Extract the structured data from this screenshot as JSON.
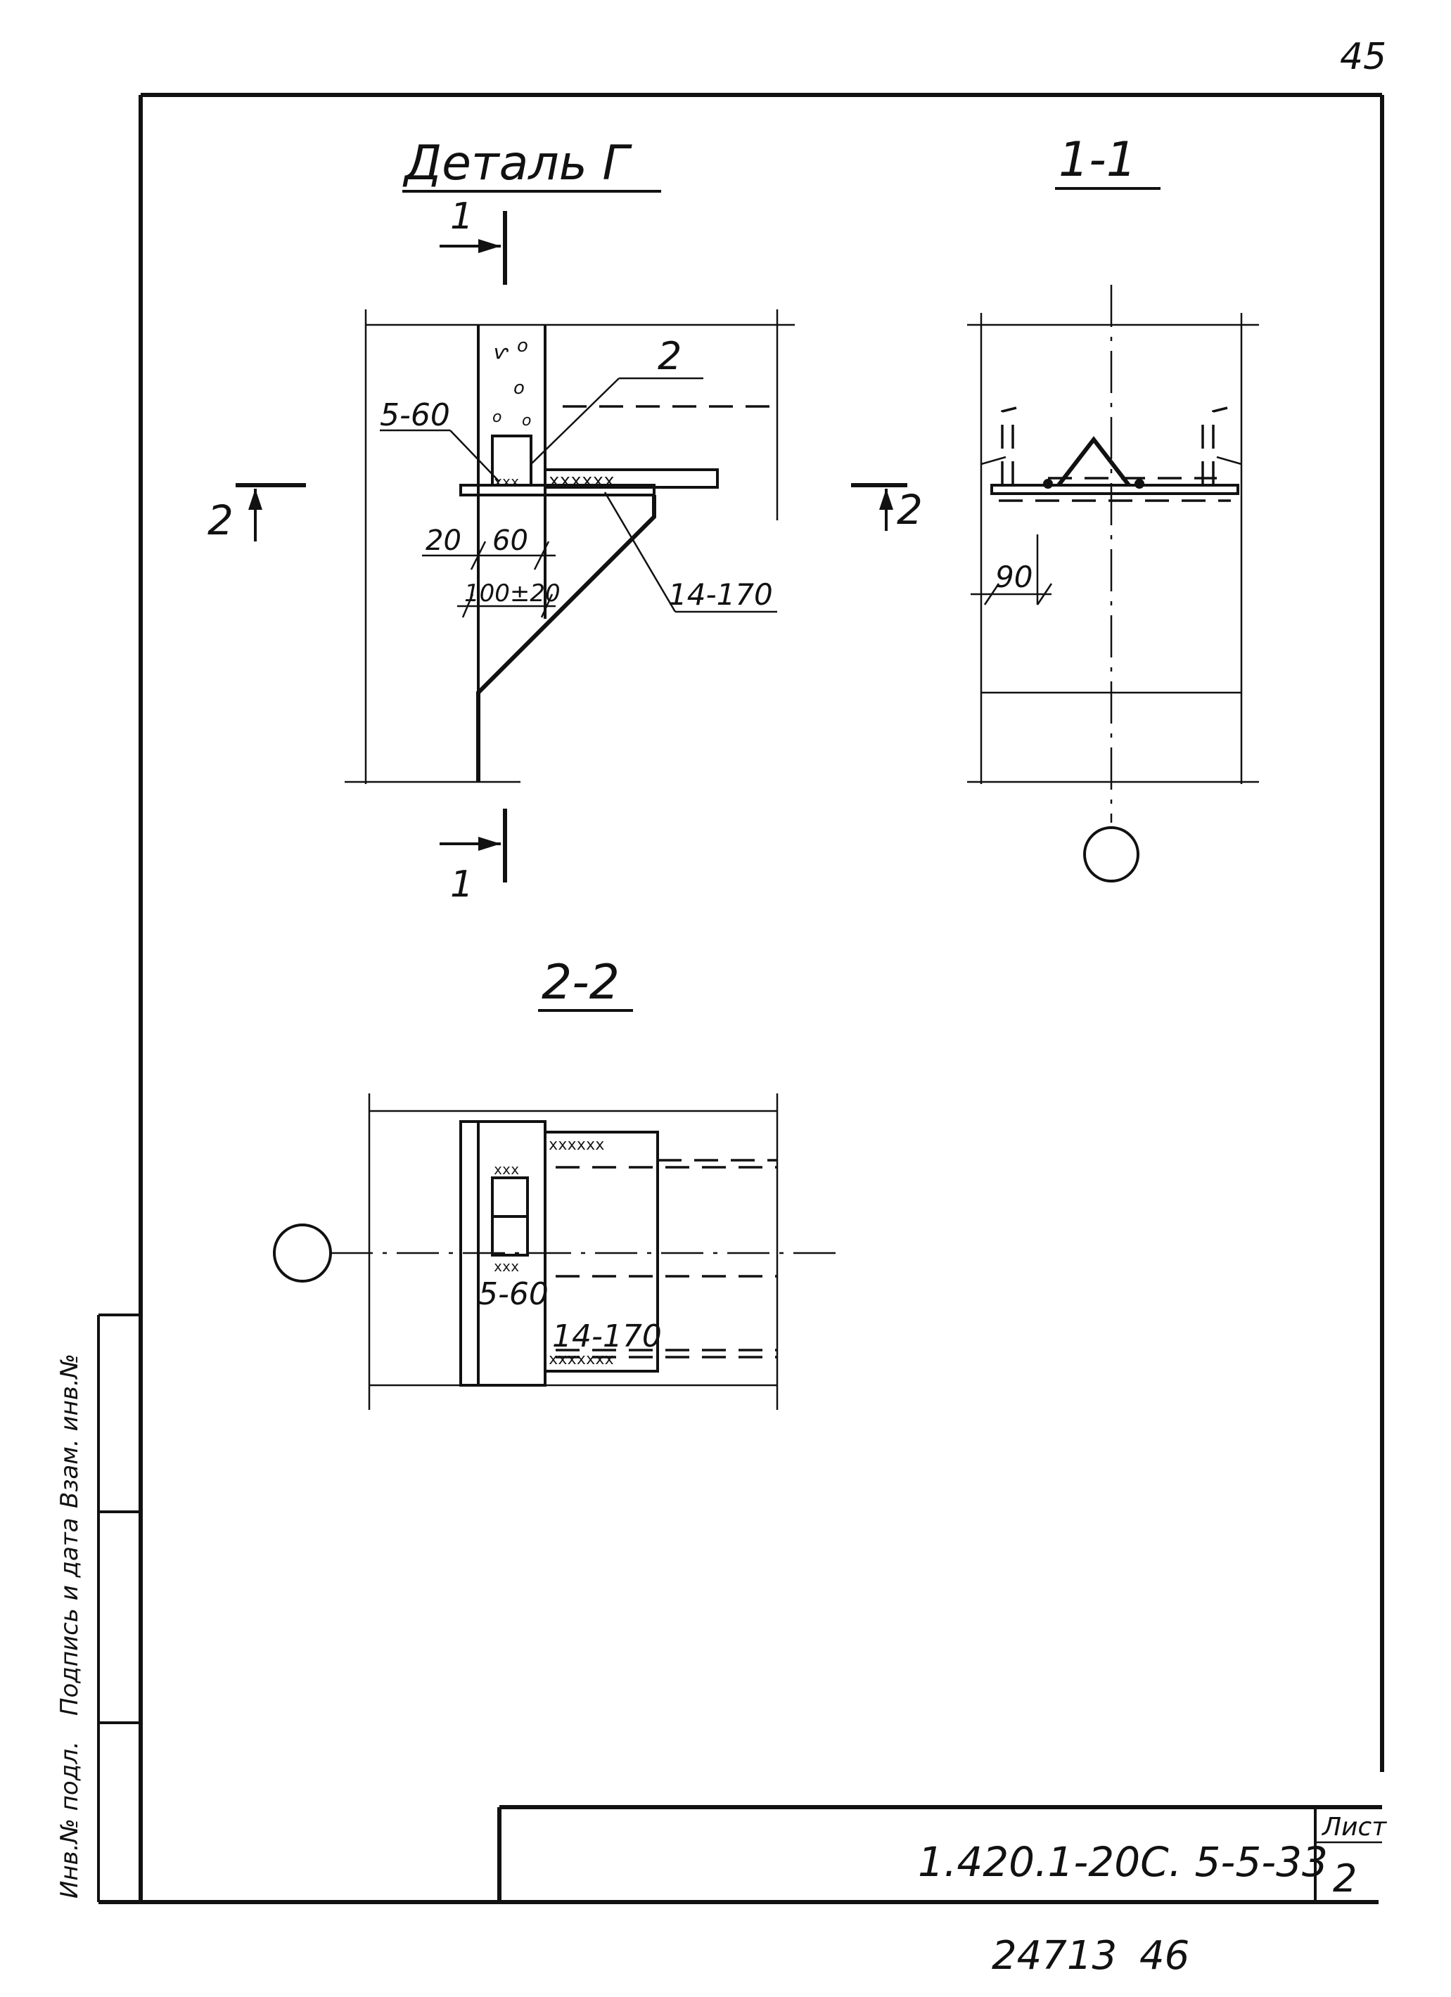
{
  "page_number": "45",
  "titles": {
    "detail": "Деталь Г",
    "section_1": "1-1",
    "section_2": "2-2"
  },
  "section_marks": {
    "cut1_top": "1",
    "cut1_bottom": "1",
    "cut2_left": "2",
    "cut2_right": "2"
  },
  "callouts": {
    "position_2": "2",
    "weld_top": "5-60",
    "weld_side": "14-170",
    "dim_20": "20",
    "dim_60": "60",
    "dim_100_20": "100±20",
    "dim_90": "90",
    "plan_weld_top": "5-60",
    "plan_weld_side": "14-170"
  },
  "side_stamp": {
    "inv_podl": "Инв.№ подл.",
    "podpis_data": "Подпись и дата",
    "vzam_inv": "Взам. инв.№"
  },
  "title_block": {
    "designation": "1.420.1-20С. 5-5-33",
    "sheet_label": "Лист",
    "sheet_number": "2"
  },
  "footer": {
    "archive_number": "24713",
    "page_ref": "46"
  }
}
